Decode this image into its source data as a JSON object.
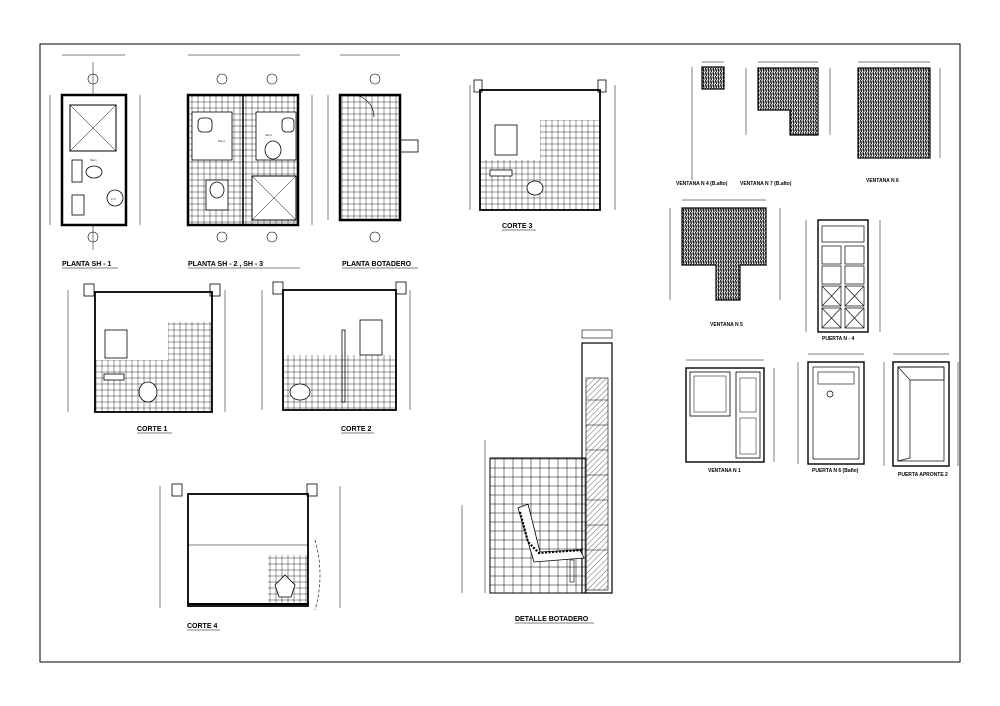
{
  "drawings": {
    "planta_sh1": {
      "title": "PLANTA SH - 1"
    },
    "planta_sh23": {
      "title": "PLANTA SH - 2 , SH - 3"
    },
    "planta_botadero": {
      "title": "PLANTA BOTADERO"
    },
    "corte3": {
      "title": "CORTE 3"
    },
    "corte1": {
      "title": "CORTE 1"
    },
    "corte2": {
      "title": "CORTE 2"
    },
    "corte4": {
      "title": "CORTE 4"
    },
    "detalle_botadero": {
      "title": "DETALLE BOTADERO"
    },
    "ventana_n4": {
      "title": "VENTANA N 4 (B.alto)"
    },
    "ventana_n7": {
      "title": "VENTANA N 7 (B.alto)"
    },
    "ventana_n6": {
      "title": "VENTANA N 6"
    },
    "ventana_n5": {
      "title": "VENTANA N 5"
    },
    "puerta_n4": {
      "title": "PUERTA N - 4"
    },
    "ventana_n1": {
      "title": "VENTANA N 1"
    },
    "puerta_n6": {
      "title": "PUERTA N 6 (Baño)"
    },
    "puerta_apronte": {
      "title": "PUERTA APRONTE 2"
    }
  },
  "room_labels": {
    "sh1": "SH-1",
    "sh2": "SH-2",
    "sh3": "SH-3"
  }
}
